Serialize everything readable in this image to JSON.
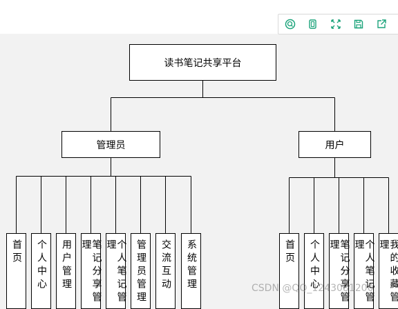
{
  "toolbar": {
    "icons": [
      "circle-search-icon",
      "copy-icon",
      "expand-icon",
      "save-icon",
      "share-icon"
    ],
    "accent": "#1aa37a"
  },
  "diagram": {
    "root": "读书笔记共享平台",
    "branches": [
      {
        "label": "管理员",
        "children": [
          "首页",
          "个人中心",
          "用户管理",
          "笔记分享管理",
          "个人笔记管理",
          "管理员管理",
          "交流互动",
          "系统管理"
        ]
      },
      {
        "label": "用户",
        "children": [
          "首页",
          "个人中心",
          "笔记分享管理",
          "个人笔记管理",
          "我的收藏管理"
        ]
      }
    ]
  },
  "watermark": "CSDN @QQ_1243081200"
}
